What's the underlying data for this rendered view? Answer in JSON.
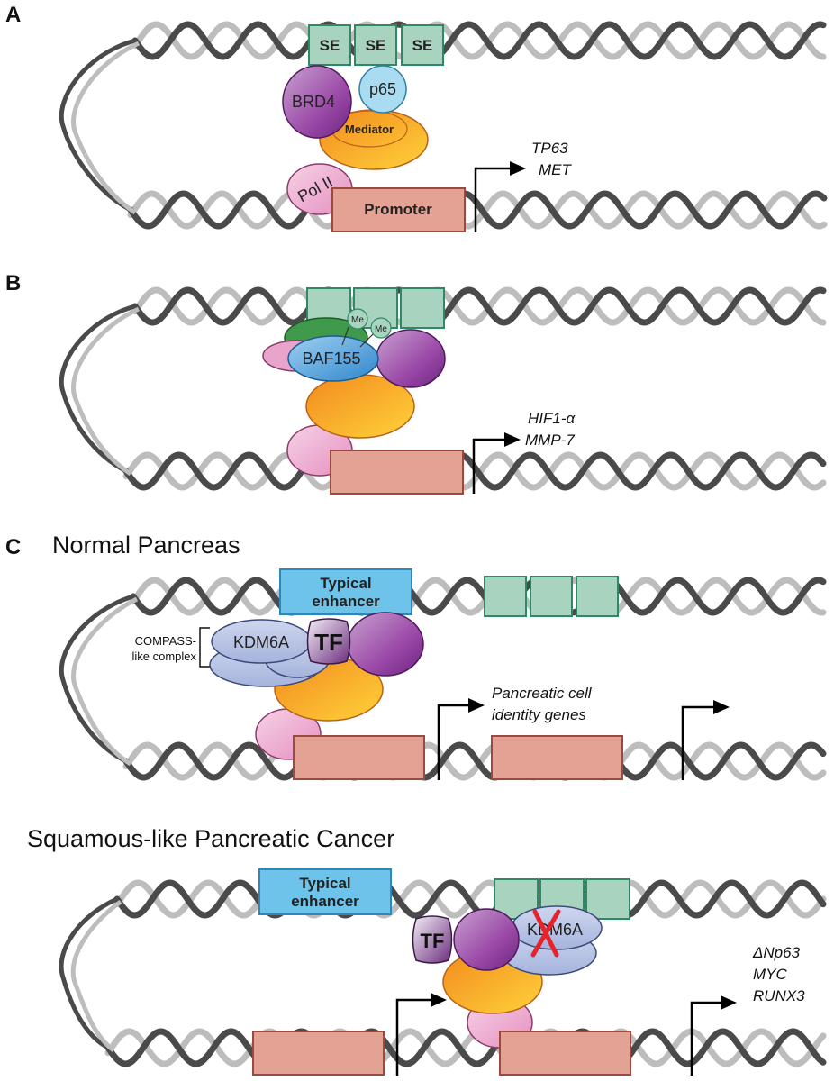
{
  "panels": {
    "a": {
      "letter": "A",
      "se_labels": [
        "SE",
        "SE",
        "SE"
      ],
      "proteins": {
        "brd4": "BRD4",
        "p65": "p65",
        "mediator": "Mediator",
        "pol2": "Pol II"
      },
      "promoter": "Promoter",
      "genes": [
        "TP63",
        "MET"
      ]
    },
    "b": {
      "letter": "B",
      "proteins": {
        "baf155": "BAF155",
        "me": "Me"
      },
      "genes": [
        "HIF1-α",
        "MMP-7"
      ]
    },
    "c": {
      "letter": "C",
      "normal": {
        "heading": "Normal Pancreas",
        "enhancer": [
          "Typical",
          "enhancer"
        ],
        "kdm6a": "KDM6A",
        "tf": "TF",
        "compass": [
          "COMPASS-",
          "like complex"
        ],
        "genes": [
          "Pancreatic cell",
          "identity genes"
        ]
      },
      "cancer": {
        "heading": "Squamous-like Pancreatic Cancer",
        "enhancer": [
          "Typical",
          "enhancer"
        ],
        "tf": "TF",
        "kdm6a": "KDM6A",
        "genes": [
          "ΔNp63",
          "MYC",
          "RUNX3"
        ]
      }
    }
  },
  "colors": {
    "dna_dark": "#4a4a4a",
    "dna_light": "#bdbdbd",
    "se_fill": "#a8d3bf",
    "se_stroke": "#2e8a65",
    "promoter_fill": "#e4a294",
    "promoter_stroke": "#9a4a3f",
    "enhancer_fill": "#6ec3ea",
    "brd4": "#9b4aa8",
    "p65": "#a9dcf0",
    "mediator": "#f6a42c",
    "pol2": "#e9a4cc",
    "baf155": "#4fa5dc",
    "kdm6a": "#b8c4e4",
    "green": "#3f9a4b",
    "knockout": "#e5232a"
  }
}
